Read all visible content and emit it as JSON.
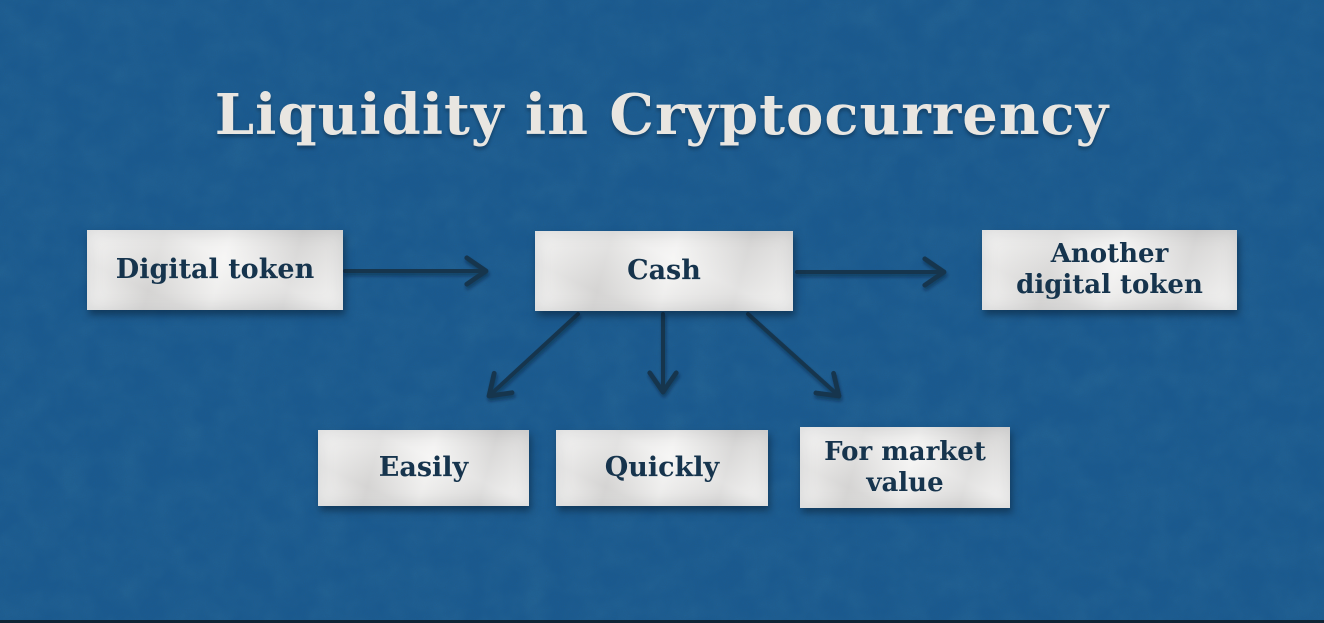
{
  "title": "Liquidity in Cryptocurrency",
  "colors": {
    "bg": "#1a5a91",
    "paper": "#e9e8e6",
    "ink": "#16344d",
    "title_color": "#e9e6e1",
    "arrow": "#16354e",
    "bottom_edge": "#0d1b26"
  },
  "nodes": {
    "digital_token": {
      "label": "Digital token"
    },
    "cash": {
      "label": "Cash"
    },
    "another_digital_token": {
      "label": "Another\ndigital token"
    },
    "easily": {
      "label": "Easily"
    },
    "quickly": {
      "label": "Quickly"
    },
    "for_market_value": {
      "label": "For market\nvalue"
    }
  },
  "connections": [
    {
      "from": "Digital token",
      "to": "Cash"
    },
    {
      "from": "Cash",
      "to": "Another digital token"
    },
    {
      "from": "Cash",
      "to": "Easily"
    },
    {
      "from": "Cash",
      "to": "Quickly"
    },
    {
      "from": "Cash",
      "to": "For market value"
    }
  ]
}
